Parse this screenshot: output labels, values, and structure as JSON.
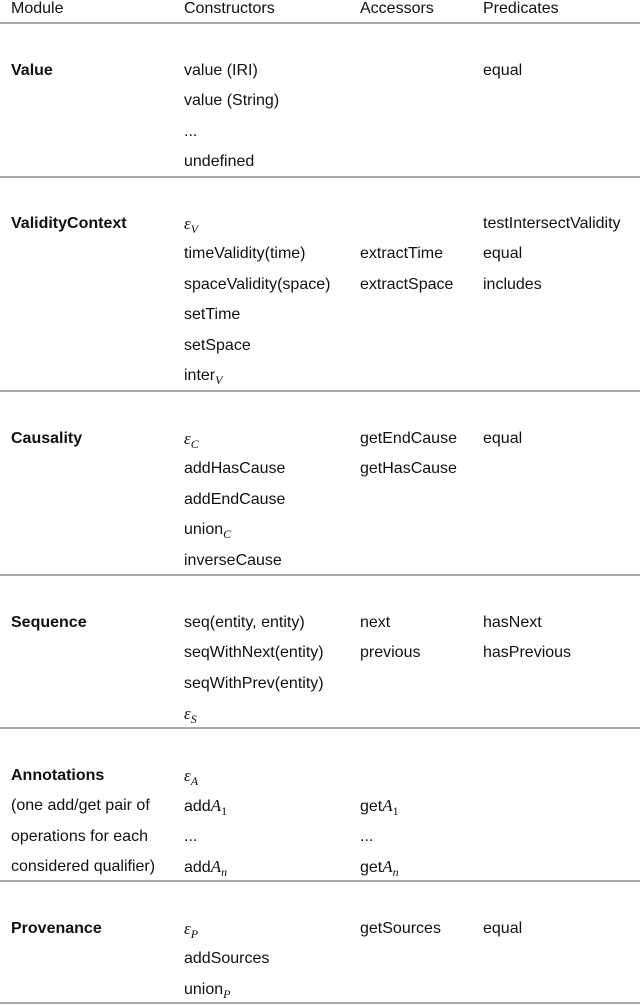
{
  "header": {
    "module": "Module",
    "constructors": "Constructors",
    "accessors": "Accessors",
    "predicates": "Predicates"
  },
  "sections": [
    {
      "module_lines": [
        "Value"
      ],
      "constructors": [
        {
          "text": "value (IRI)"
        },
        {
          "text": "value (String)"
        },
        {
          "text": "..."
        },
        {
          "text": "undefined"
        }
      ],
      "accessors": [],
      "predicates": [
        "equal"
      ]
    },
    {
      "module_lines": [
        "ValidityContext"
      ],
      "constructors": [
        {
          "text": "",
          "math": "ε",
          "sub": "V"
        },
        {
          "text": "timeValidity(time)"
        },
        {
          "text": "spaceValidity(space)"
        },
        {
          "text": "setTime"
        },
        {
          "text": "setSpace"
        },
        {
          "text": "inter",
          "sub": "V"
        }
      ],
      "accessors": [
        "",
        "extractTime",
        "extractSpace"
      ],
      "predicates": [
        "testIntersectValidity",
        "equal",
        "includes"
      ]
    },
    {
      "module_lines": [
        "Causality"
      ],
      "constructors": [
        {
          "text": "",
          "math": "ε",
          "sub": "C"
        },
        {
          "text": "addHasCause"
        },
        {
          "text": "addEndCause"
        },
        {
          "text": "union",
          "sub": "C"
        },
        {
          "text": "inverseCause"
        }
      ],
      "accessors": [
        "getEndCause",
        "getHasCause"
      ],
      "predicates": [
        "equal"
      ]
    },
    {
      "module_lines": [
        "Sequence"
      ],
      "constructors": [
        {
          "text": "seq(entity, entity)"
        },
        {
          "text": "seqWithNext(entity)"
        },
        {
          "text": "seqWithPrev(entity)"
        },
        {
          "text": "",
          "math": "ε",
          "sub": "S"
        }
      ],
      "accessors": [
        "next",
        "previous"
      ],
      "predicates": [
        "hasNext",
        "hasPrevious"
      ]
    },
    {
      "module_lines": [
        "Annotations",
        "(one add/get pair of",
        "operations for each",
        "considered qualifier)"
      ],
      "constructors": [
        {
          "text": "",
          "math": "ε",
          "sub": "A"
        },
        {
          "text": "add",
          "math": "A",
          "subn": "1"
        },
        {
          "text": "..."
        },
        {
          "text": "add",
          "math": "A",
          "sub": "n"
        }
      ],
      "accessors": [
        "",
        "getA1",
        "...",
        "getAn"
      ],
      "accessors_rich": [
        {
          "text": ""
        },
        {
          "text": "get",
          "math": "A",
          "subn": "1"
        },
        {
          "text": "..."
        },
        {
          "text": "get",
          "math": "A",
          "sub": "n"
        }
      ],
      "predicates": []
    },
    {
      "module_lines": [
        "Provenance"
      ],
      "constructors": [
        {
          "text": "",
          "math": "ε",
          "sub": "P"
        },
        {
          "text": "addSources"
        },
        {
          "text": "union",
          "sub": "P"
        }
      ],
      "accessors": [
        "getSources"
      ],
      "predicates": [
        "equal"
      ]
    }
  ],
  "rule_color": "#a8a8a8"
}
